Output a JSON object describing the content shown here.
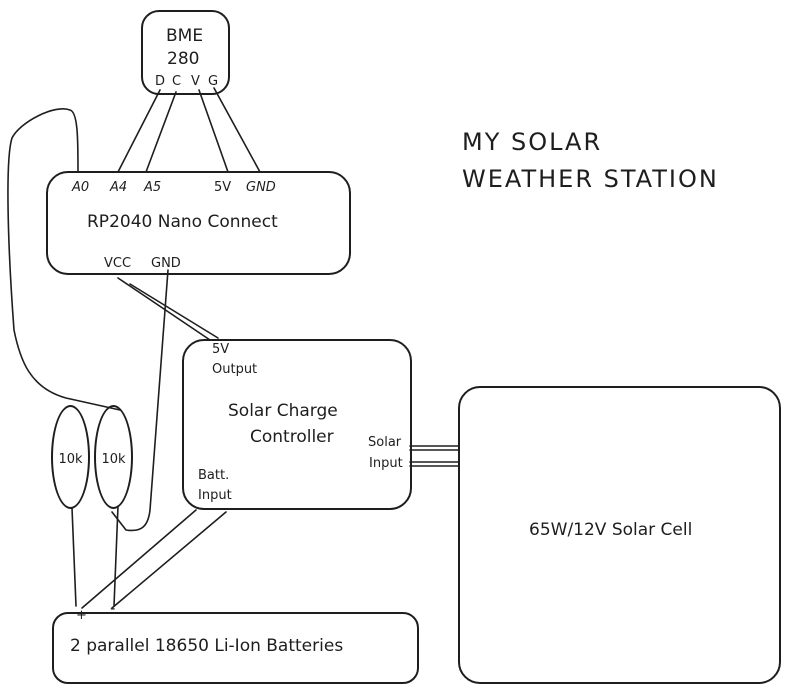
{
  "title": {
    "line1": "MY SOLAR",
    "line2": "WEATHER STATION"
  },
  "bme280": {
    "line1": "BME",
    "line2": "280",
    "pin_d": "D",
    "pin_c": "C",
    "pin_v": "V",
    "pin_g": "G"
  },
  "rp2040": {
    "label": "RP2040 Nano Connect",
    "pin_a0": "A0",
    "pin_a4": "A4",
    "pin_a5": "A5",
    "pin_5v": "5V",
    "pin_gnd_top": "GND",
    "pin_vcc": "VCC",
    "pin_gnd_bottom": "GND"
  },
  "controller": {
    "line1": "Solar Charge",
    "line2": "Controller",
    "out1": "5V",
    "out2": "Output",
    "batt1": "Batt.",
    "batt2": "Input",
    "solar1": "Solar",
    "solar2": "Input"
  },
  "resistors": [
    {
      "label": "10k"
    },
    {
      "label": "10k"
    }
  ],
  "battery": {
    "label": "2 parallel 18650 Li-Ion Batteries",
    "plus": "+",
    "minus": "-"
  },
  "solar_cell": {
    "label": "65W/12V Solar Cell"
  }
}
